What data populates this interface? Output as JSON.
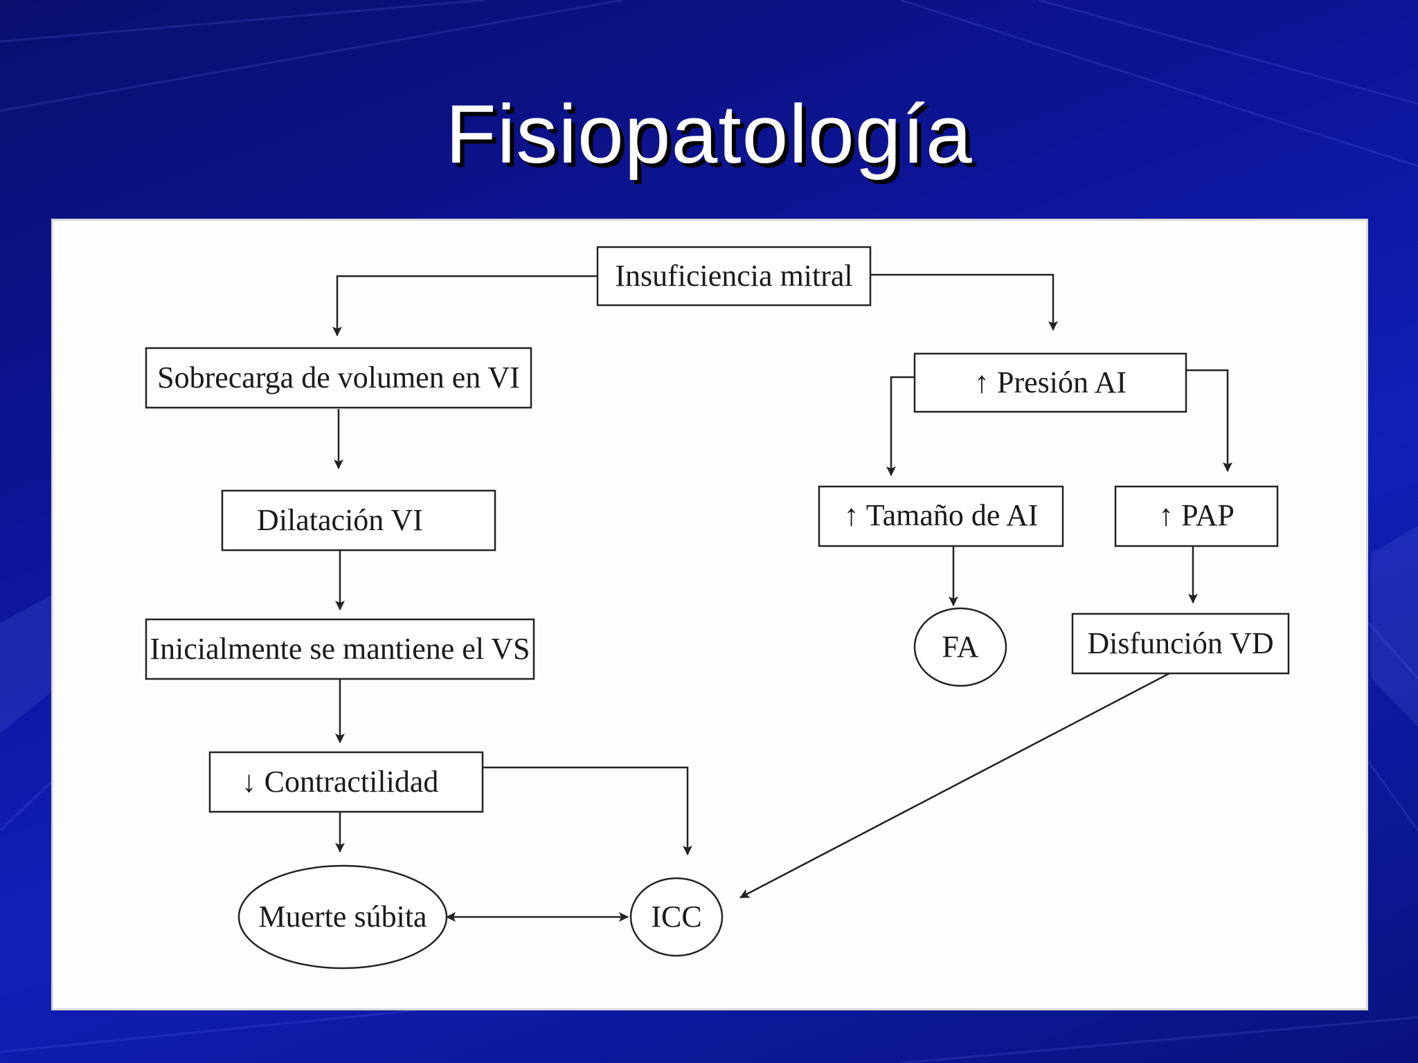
{
  "slide": {
    "title": "Fisiopatología"
  },
  "diagram": {
    "nodes": {
      "insuficiencia": "Insuficiencia mitral",
      "sobrecarga": "Sobrecarga de volumen en VI",
      "dilatacion": "Dilatación VI",
      "inicialmente": "Inicialmente se mantiene el VS",
      "contractilidad": "↓ Contractilidad",
      "muerte": "Muerte súbita",
      "icc": "ICC",
      "presion": "↑ Presión AI",
      "tamano": "↑ Tamaño de AI",
      "pap": "↑ PAP",
      "fa": "FA",
      "disfuncion": "Disfunción VD"
    }
  },
  "colors": {
    "background": "#0d1599",
    "title": "#ffffff",
    "panel": "#fdfdfd",
    "stroke": "#222222"
  }
}
